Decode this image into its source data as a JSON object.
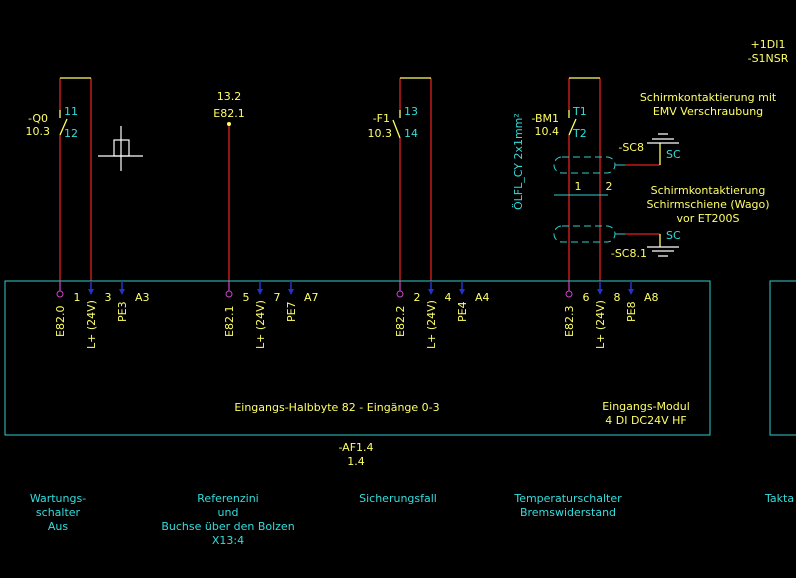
{
  "header": {
    "location": "+1DI1",
    "device": "-S1NSR"
  },
  "contacts": [
    {
      "tag": "-Q0",
      "ref": "10.3",
      "pin_top": "11",
      "pin_bottom": "12"
    },
    {
      "tag": "-F1",
      "ref": "10.3",
      "pin_top": "13",
      "pin_bottom": "14"
    },
    {
      "tag": "-BM1",
      "ref": "10.4",
      "pin_top": "T1",
      "pin_bottom": "T2"
    }
  ],
  "cross_ref": {
    "ref": "13.2",
    "signal": "E82.1"
  },
  "cable": {
    "name": "ÖLFL_CY 2x1mm²",
    "wire1": "1",
    "wire2": "2"
  },
  "shield_top": {
    "note_line1": "Schirmkontaktierung mit",
    "note_line2": "EMV Verschraubung",
    "tag": "-SC8",
    "label": "SC"
  },
  "shield_bottom": {
    "note_line1": "Schirmkontaktierung",
    "note_line2": "Schirmschiene (Wago)",
    "note_line3": "vor ET200S",
    "tag": "-SC8.1",
    "label": "SC"
  },
  "channels": [
    {
      "signal": "E82.0",
      "pin_l": "1",
      "supply": "L+ (24V)",
      "pin_pe": "3",
      "pe": "PE3",
      "addr": "A3"
    },
    {
      "signal": "E82.1",
      "pin_l": "5",
      "supply": "L+ (24V)",
      "pin_pe": "7",
      "pe": "PE7",
      "addr": "A7"
    },
    {
      "signal": "E82.2",
      "pin_l": "2",
      "supply": "L+ (24V)",
      "pin_pe": "4",
      "pe": "PE4",
      "addr": "A4"
    },
    {
      "signal": "E82.3",
      "pin_l": "6",
      "supply": "L+ (24V)",
      "pin_pe": "8",
      "pe": "PE8",
      "addr": "A8"
    }
  ],
  "module": {
    "description": "Eingangs-Halbbyte 82 - Eingänge 0-3",
    "type_line1": "Eingangs-Modul",
    "type_line2": "4 DI DC24V HF",
    "tag": "-AF1.4",
    "ref": "1.4"
  },
  "functions": [
    {
      "lines": [
        "Wartungs-",
        "schalter",
        "Aus"
      ]
    },
    {
      "lines": [
        "Referenzini",
        "und",
        "Buchse über den Bolzen",
        "X13:4"
      ]
    },
    {
      "lines": [
        "Sicherungsfall"
      ]
    },
    {
      "lines": [
        "Temperaturschalter",
        "Bremswiderstand"
      ]
    },
    {
      "lines": [
        "Takta"
      ]
    }
  ],
  "colors": {
    "background": "#000000",
    "wire": "#e02020",
    "text": "#ffff66",
    "frame": "#33cccc",
    "terminal_pe": "#2233cc",
    "terminal_signal": "#cc44cc"
  }
}
